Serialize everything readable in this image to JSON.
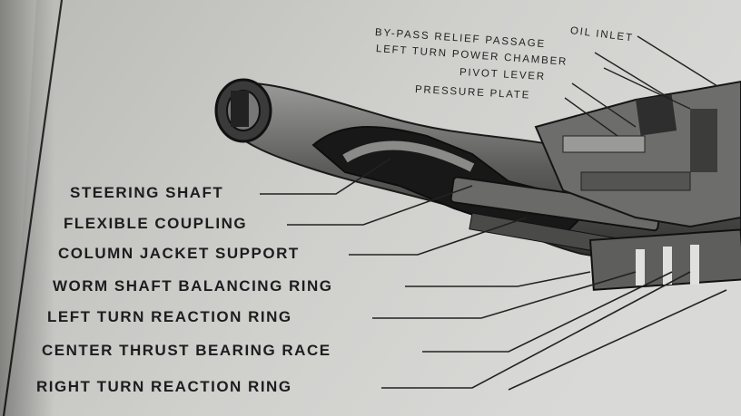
{
  "diagram": {
    "left_labels": [
      "STEERING SHAFT",
      "FLEXIBLE COUPLING",
      "COLUMN JACKET SUPPORT",
      "WORM SHAFT BALANCING RING",
      "LEFT TURN REACTION RING",
      "CENTER THRUST BEARING RACE",
      "RIGHT TURN REACTION RING"
    ],
    "top_labels": [
      "OIL INLET",
      "BY-PASS RELIEF PASSAGE",
      "LEFT TURN POWER CHAMBER",
      "PIVOT LEVER",
      "PRESSURE PLATE"
    ]
  }
}
